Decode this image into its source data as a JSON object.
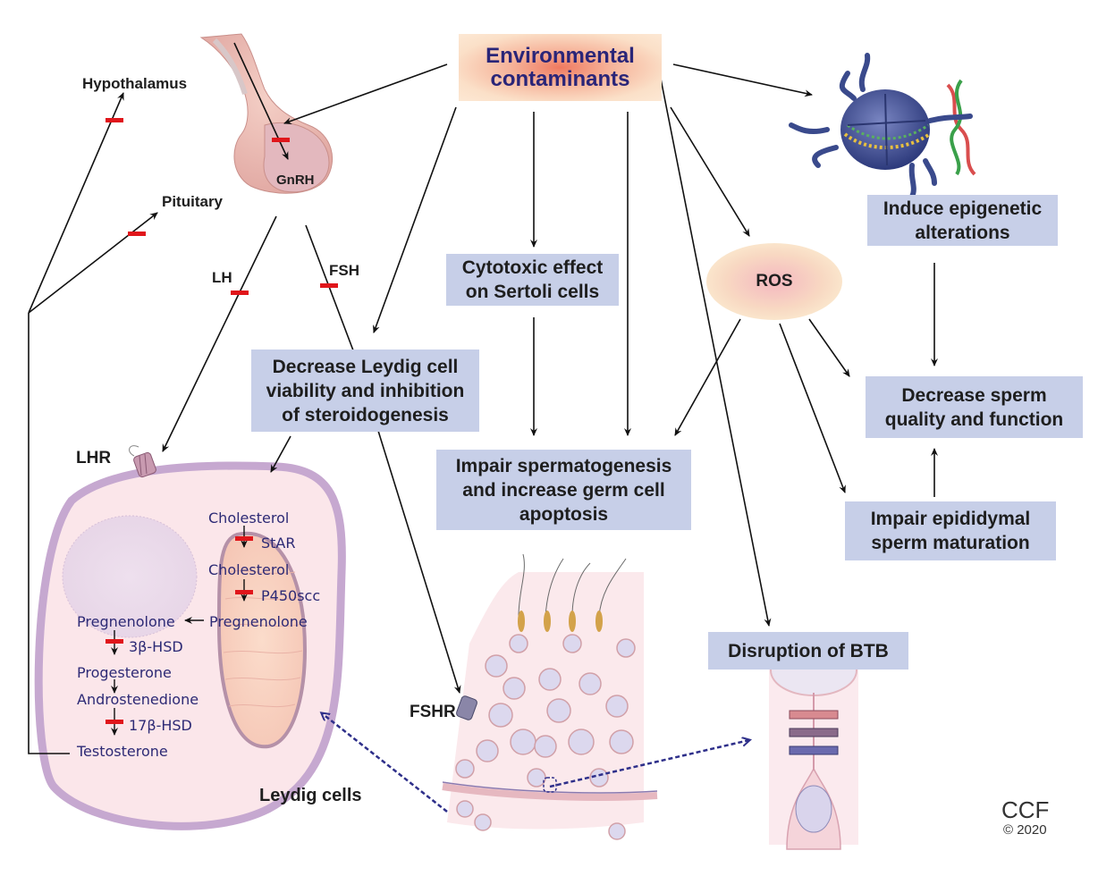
{
  "figure": {
    "source": {
      "label": "Environmental contaminants"
    },
    "axis_labels": {
      "hypothalamus": "Hypothalamus",
      "pituitary": "Pituitary",
      "gnrh": "GnRH",
      "lh": "LH",
      "fsh": "FSH",
      "lhr": "LHR",
      "fshr": "FSHR",
      "leydig_cells": "Leydig cells"
    },
    "effects": {
      "leydig": "Decrease Leydig cell viability and inhibition of steroidogenesis",
      "sertoli": "Cytotoxic effect on Sertoli cells",
      "spermatogenesis": "Impair spermatogenesis and increase germ cell apoptosis",
      "ros": "ROS",
      "epigenetic": "Induce epigenetic alterations",
      "sperm_quality": "Decrease sperm quality and function",
      "epididymal": "Impair epididymal sperm maturation",
      "btb": "Disruption of BTB"
    },
    "steroidogenesis": {
      "cholesterol_1": "Cholesterol",
      "star": "StAR",
      "cholesterol_2": "Cholesterol",
      "p450scc": "P450scc",
      "pregnenolone_mito": "Pregnenolone",
      "pregnenolone_cyto": "Pregnenolone",
      "hsd3b": "3β-HSD",
      "progesterone": "Progesterone",
      "androstenedione": "Androstenedione",
      "hsd17b": "17β-HSD",
      "testosterone": "Testosterone"
    },
    "credit": {
      "org": "CCF",
      "year": "© 2020"
    },
    "colors": {
      "box_fill": "#c7cfe8",
      "inhibition_bar": "#e0161b",
      "pathway_text": "#2d2a75",
      "title_text": "#2a2578",
      "dashed_arrow": "#2e2f8a",
      "leydig_membrane": "#c6a8d0",
      "leydig_cytoplasm": "#fbe6ea"
    }
  }
}
